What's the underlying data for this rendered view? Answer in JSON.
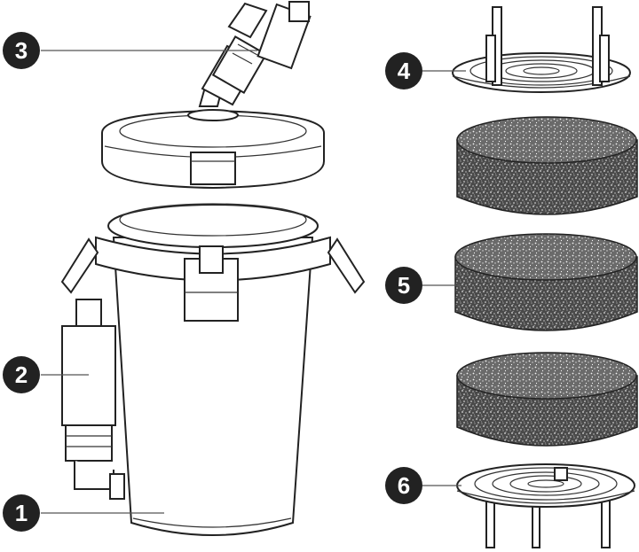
{
  "callouts": [
    {
      "id": "c1",
      "label": "1"
    },
    {
      "id": "c2",
      "label": "2"
    },
    {
      "id": "c3",
      "label": "3"
    },
    {
      "id": "c4",
      "label": "4"
    },
    {
      "id": "c5",
      "label": "5"
    },
    {
      "id": "c6",
      "label": "6"
    }
  ],
  "colors": {
    "ink": "#222222",
    "sponge_dark": "#3a3a3a",
    "sponge_light": "#d8d8d8",
    "paper": "#ffffff"
  },
  "icons": [
    "canister-body",
    "canister-lid",
    "outlet-valve",
    "inlet-valve",
    "media-tray-top",
    "sponge-pad",
    "media-tray-bottom"
  ]
}
